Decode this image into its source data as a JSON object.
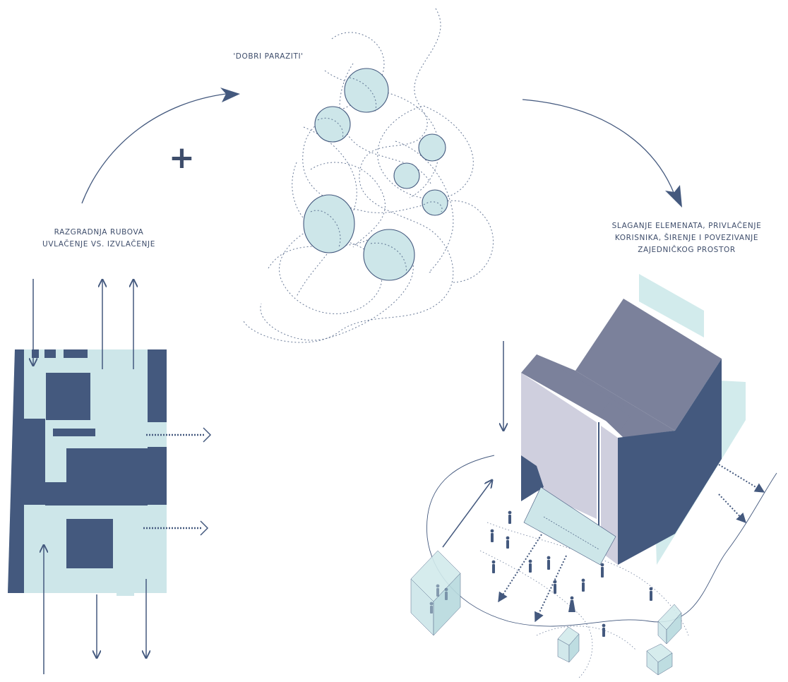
{
  "diagram": {
    "left_caption": [
      "RAZGRADNJA RUBOVA",
      "UVLAČENJE VS. IZVLAČENJE"
    ],
    "top_caption": "'DOBRI PARAZITI'",
    "right_caption": [
      "SLAGANJE ELEMENATA, PRIVLAČENJE",
      "KORISNIKA, ŠIRENJE I POVEZIVANJE",
      "ZAJEDNIČKOG PROSTOR"
    ],
    "plus_symbol": "+"
  },
  "colors": {
    "navy": "#44597e",
    "light_blue": "#cde6e9",
    "mint": "#d2ebec",
    "lavender": "#cfcfde",
    "slate": "#7b819b",
    "text": "#3e4d6b"
  }
}
